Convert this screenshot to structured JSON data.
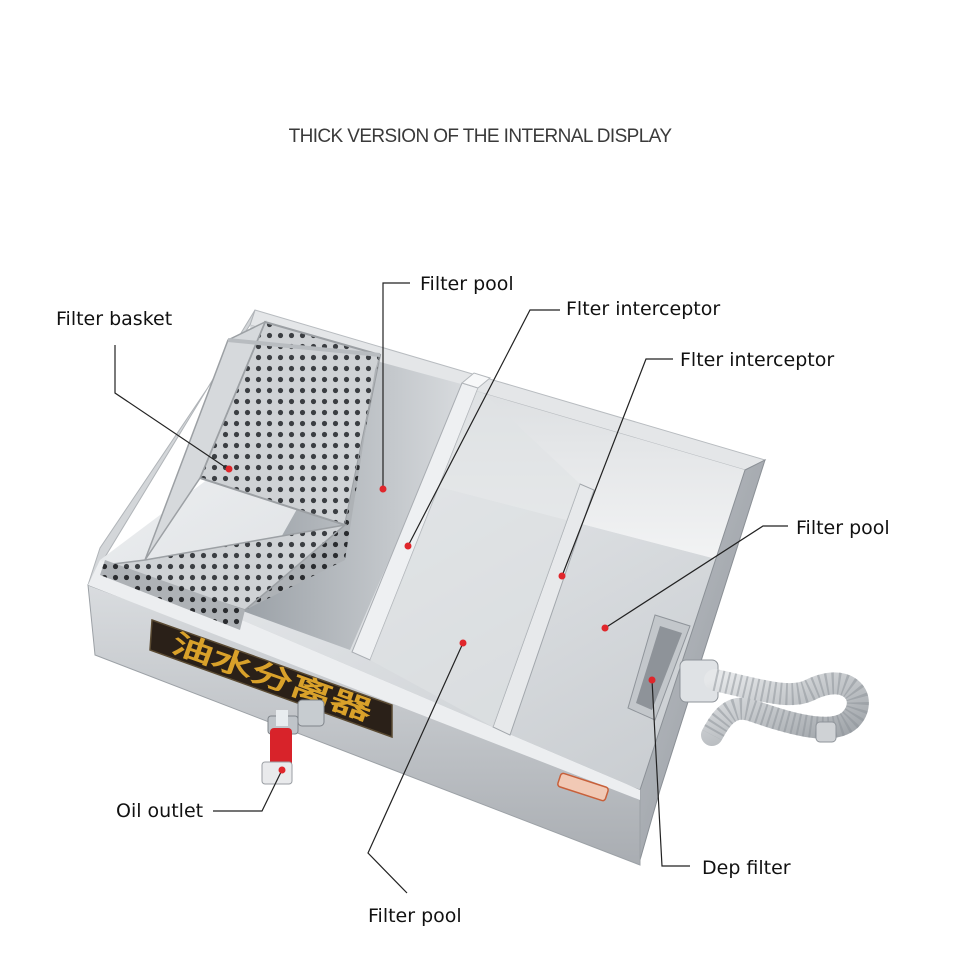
{
  "header": {
    "title": "THICK VERSION OF THE INTERNAL DISPLAY"
  },
  "labels": {
    "filter_basket": "Filter basket",
    "filter_pool_top": "Filter pool",
    "interceptor_1": "Flter interceptor",
    "interceptor_2": "Flter interceptor",
    "filter_pool_right": "Filter pool",
    "oil_outlet": "Oil outlet",
    "dep_filter": "Dep filter",
    "filter_pool_bottom": "Filter pool"
  },
  "product_label": "油水分离器",
  "colors": {
    "marker": "#e0262b",
    "steel": "#c9cdd2",
    "label_panel": "#2a2018",
    "label_text": "#d9a12a",
    "valve": "#d8232a"
  }
}
